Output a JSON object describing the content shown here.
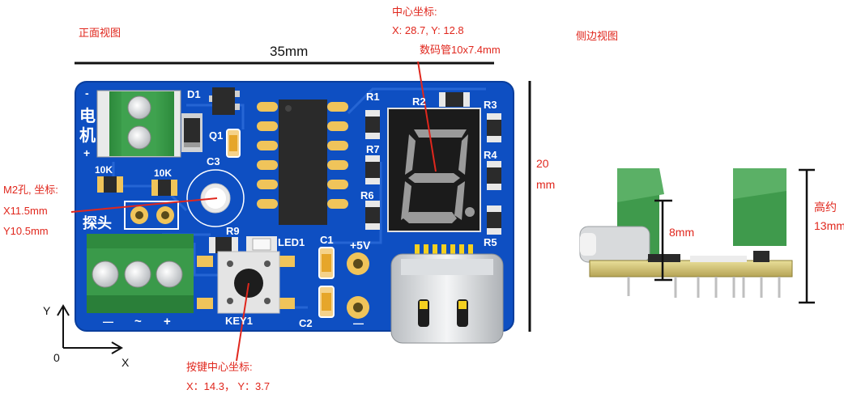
{
  "views": {
    "front_title": "正面视图",
    "side_title": "侧边视图"
  },
  "dimensions": {
    "width": "35mm",
    "height_value": "20",
    "height_unit": "mm",
    "side_height_label": "高约",
    "side_height_value": "13mm",
    "terminal_height": "8mm"
  },
  "annotations": {
    "center_title": "中心坐标:",
    "center_coords": "X: 28.7, Y: 12.8",
    "display_size": "数码管10x7.4mm",
    "hole_title": "M2孔, 坐标:",
    "hole_x": "X11.5mm",
    "hole_y": "Y10.5mm",
    "key_title": "按键中心坐标:",
    "key_coords": "X：14.3， Y：3.7"
  },
  "axes": {
    "y": "Y",
    "x": "X",
    "origin": "0"
  },
  "pcb_labels": {
    "motor_minus": "-",
    "motor_text_1": "电",
    "motor_text_2": "机",
    "motor_plus": "+",
    "d1": "D1",
    "q1": "Q1",
    "c3": "C3",
    "r_10k_a": "10K",
    "r_10k_b": "10K",
    "probe": "探头",
    "r9": "R9",
    "led1": "LED1",
    "c1": "C1",
    "plus5v": "+5V",
    "c2": "C2",
    "key1": "KEY1",
    "r1": "R1",
    "r2": "R2",
    "r3": "R3",
    "r4": "R4",
    "r5": "R5",
    "r6": "R6",
    "r7": "R7",
    "term_minus": "—",
    "term_ac": "~",
    "term_plus": "+",
    "pwr_minus": "—",
    "digit": "8."
  },
  "colors": {
    "pcb": "#0e4fc2",
    "pcb_dark": "#0a3e9c",
    "annotation": "#e0271d",
    "terminal": "#3a9a4a"
  }
}
